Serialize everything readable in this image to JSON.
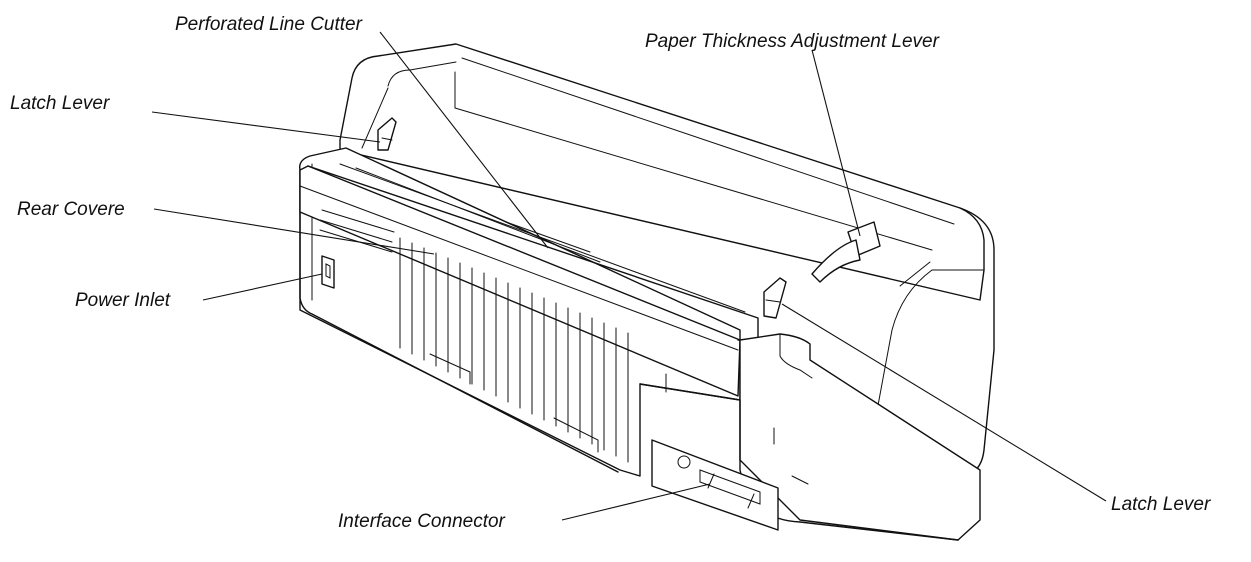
{
  "labels": {
    "perforated_line_cutter": "Perforated Line Cutter",
    "paper_thickness_adjustment_lever": "Paper Thickness Adjustment Lever",
    "latch_lever_left": "Latch Lever",
    "rear_cover": "Rear Covere",
    "power_inlet": "Power Inlet",
    "interface_connector": "Interface Connector",
    "latch_lever_right": "Latch Lever"
  },
  "colors": {
    "line": "#111111",
    "background": "#ffffff"
  }
}
